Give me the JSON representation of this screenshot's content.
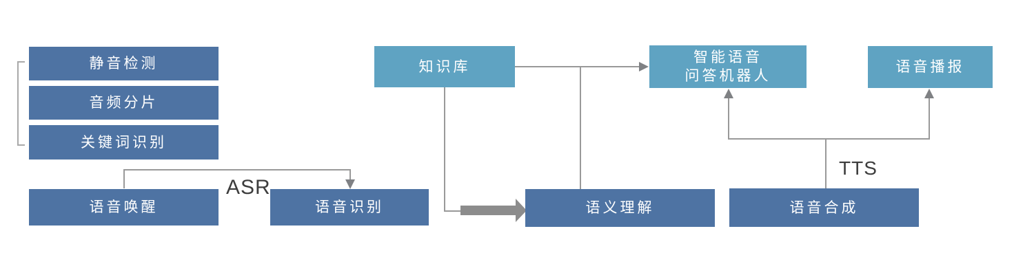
{
  "colors": {
    "page_bg": "#ffffff",
    "dark_node": "#4e73a3",
    "light_node": "#5fa3c2",
    "node_text": "#ffffff",
    "connector": "#999999",
    "bracket": "#a9a9a9",
    "arrowhead": "#7f8184",
    "thick_arrow": "#8c8c8c",
    "edge_label_text": "#3d3d3d"
  },
  "nodes": {
    "silence_detection": {
      "label": "静音检测"
    },
    "audio_slicing": {
      "label": "音频分片"
    },
    "keyword_spotting": {
      "label": "关键词识别"
    },
    "voice_wakeup": {
      "label": "语音唤醒"
    },
    "speech_recognition": {
      "label": "语音识别"
    },
    "knowledge_base": {
      "label": "知识库"
    },
    "semantic_understanding": {
      "label": "语义理解"
    },
    "qa_robot": {
      "label": "智能语音\n问答机器人"
    },
    "voice_broadcast": {
      "label": "语音播报"
    },
    "speech_synthesis": {
      "label": "语音合成"
    }
  },
  "edge_labels": {
    "asr": "ASR",
    "tts": "TTS"
  }
}
